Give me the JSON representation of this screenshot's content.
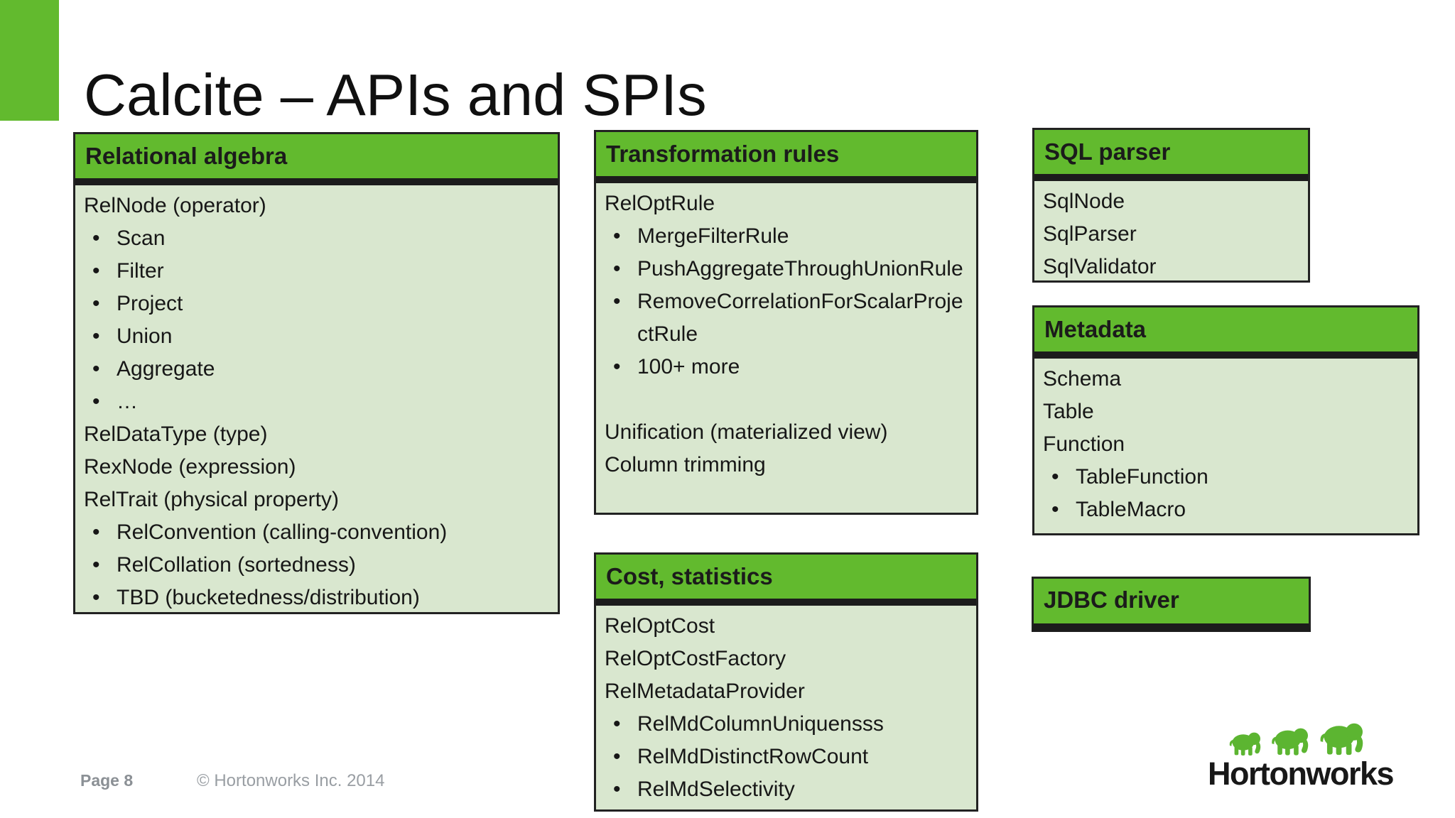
{
  "slide": {
    "title": "Calcite – APIs and SPIs",
    "footer": {
      "page_label": "Page 8",
      "copyright": "© Hortonworks Inc. 2014"
    },
    "logo": {
      "text": "Hortonworks"
    }
  },
  "colors": {
    "header_green": "#62ba2e",
    "panel_body_green": "#d9e7cf",
    "border_dark": "#222222",
    "footer_gray": "#8b9095"
  },
  "panels": {
    "relational_algebra": {
      "title": "Relational algebra",
      "lines": [
        {
          "text": "RelNode (operator)",
          "bullet": false
        },
        {
          "text": "Scan",
          "bullet": true
        },
        {
          "text": "Filter",
          "bullet": true
        },
        {
          "text": "Project",
          "bullet": true
        },
        {
          "text": "Union",
          "bullet": true
        },
        {
          "text": "Aggregate",
          "bullet": true
        },
        {
          "text": "…",
          "bullet": true
        },
        {
          "text": "RelDataType (type)",
          "bullet": false
        },
        {
          "text": "RexNode (expression)",
          "bullet": false
        },
        {
          "text": "RelTrait (physical property)",
          "bullet": false
        },
        {
          "text": "RelConvention (calling-convention)",
          "bullet": true
        },
        {
          "text": "RelCollation (sortedness)",
          "bullet": true
        },
        {
          "text": "TBD (bucketedness/distribution)",
          "bullet": true
        }
      ]
    },
    "transformation_rules": {
      "title": "Transformation rules",
      "lines": [
        {
          "text": "RelOptRule",
          "bullet": false
        },
        {
          "text": "MergeFilterRule",
          "bullet": true
        },
        {
          "text": "PushAggregateThroughUnionRule",
          "bullet": true
        },
        {
          "text": "RemoveCorrelationForScalarProjectRule",
          "bullet": true
        },
        {
          "text": "100+ more",
          "bullet": true
        },
        {
          "text": "",
          "bullet": false
        },
        {
          "text": "Unification (materialized view)",
          "bullet": false
        },
        {
          "text": "Column trimming",
          "bullet": false
        }
      ]
    },
    "cost_statistics": {
      "title": "Cost, statistics",
      "lines": [
        {
          "text": "RelOptCost",
          "bullet": false
        },
        {
          "text": "RelOptCostFactory",
          "bullet": false
        },
        {
          "text": "RelMetadataProvider",
          "bullet": false
        },
        {
          "text": "RelMdColumnUniquensss",
          "bullet": true
        },
        {
          "text": "RelMdDistinctRowCount",
          "bullet": true
        },
        {
          "text": "RelMdSelectivity",
          "bullet": true
        }
      ]
    },
    "sql_parser": {
      "title": "SQL parser",
      "lines": [
        {
          "text": "SqlNode",
          "bullet": false
        },
        {
          "text": "SqlParser",
          "bullet": false
        },
        {
          "text": "SqlValidator",
          "bullet": false
        }
      ]
    },
    "metadata": {
      "title": "Metadata",
      "lines": [
        {
          "text": "Schema",
          "bullet": false
        },
        {
          "text": "Table",
          "bullet": false
        },
        {
          "text": "Function",
          "bullet": false
        },
        {
          "text": "TableFunction",
          "bullet": true
        },
        {
          "text": "TableMacro",
          "bullet": true
        }
      ]
    },
    "jdbc_driver": {
      "title": "JDBC driver"
    }
  }
}
